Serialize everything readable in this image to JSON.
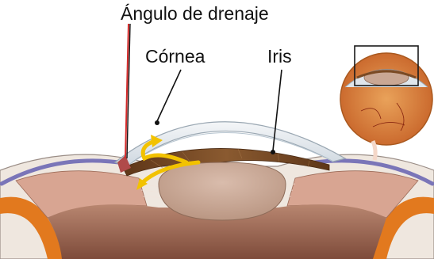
{
  "labels": {
    "drainage_angle": "Ángulo de drenaje",
    "cornea": "Córnea",
    "iris": "Iris"
  },
  "colors": {
    "sclera": "#ece4dc",
    "tissue": "#d8a592",
    "iris_brown": "#7a4a24",
    "lens": "#c9a794",
    "vitreous": "#a8755f",
    "cornea": "#dfe6ec",
    "flow_arrow": "#f2c200",
    "marker_line": "#d42a2a",
    "conjunctiva": "#7a75b8",
    "retina": "#e2791e"
  },
  "icons": [
    "flow-arrow-icon",
    "inset-eye-icon"
  ]
}
